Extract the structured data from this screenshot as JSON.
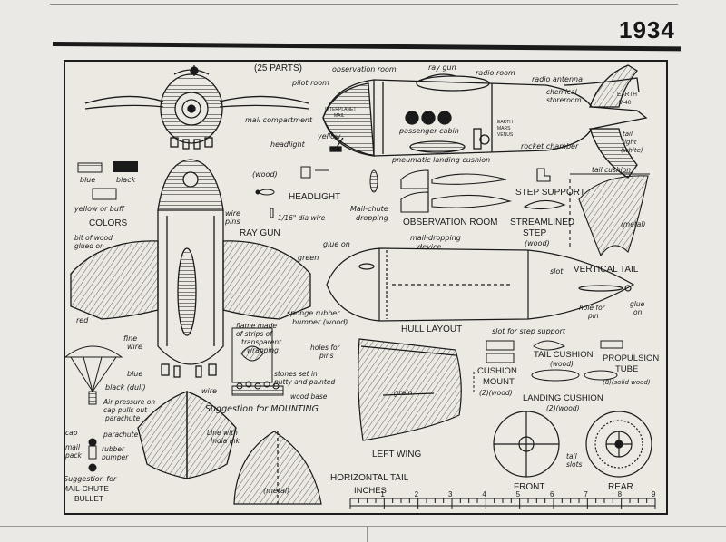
{
  "header": {
    "year": "1934"
  },
  "plan": {
    "parts": "(25 PARTS)",
    "callouts": {
      "observation_room": "observation room",
      "ray_gun": "ray gun",
      "radio_room": "radio room",
      "radio_antenna": "radio antenna",
      "pilot_room": "pilot room",
      "chemical_storeroom_1": "chemical",
      "chemical_storeroom_2": "storeroom",
      "earth_v40_1": "EARTH",
      "earth_v40_2": "V-40",
      "mail_compartment": "mail compartment",
      "yellow": "yellow",
      "passenger_cabin": "passenger cabin",
      "rocket_chamber": "rocket chamber",
      "tail_light_1": "tail",
      "tail_light_2": "light",
      "tail_light_3": "(white)",
      "headlight": "headlight",
      "pneumatic_landing_cushion": "pneumatic landing cushion",
      "interplanetary_mail_1": "INTERPLANET",
      "interplanetary_mail_2": "MAIL",
      "earth_mars_venus_1": "EARTH",
      "earth_mars_venus_2": "MARS",
      "earth_mars_venus_3": "VENUS",
      "blue": "blue",
      "black": "black",
      "yellow_or_buff": "yellow or buff",
      "wood_headlight": "(wood)",
      "mail_chute_1": "Mail-chute",
      "mail_chute_2": "dropping",
      "wire_pins_1": "wire",
      "wire_pins_2": "pins",
      "dia_wire": "1/16\" dia wire",
      "bit_of_wood_1": "bit of wood",
      "bit_of_wood_2": "glued on",
      "glue_on": "glue on",
      "mail_dropping_1": "mail-dropping",
      "mail_dropping_2": "device",
      "green": "green",
      "sponge_1": "sponge rubber",
      "sponge_2": "bumper (wood)",
      "red": "red",
      "slot": "slot",
      "hole_for_pin_1": "hole for",
      "hole_for_pin_2": "pin",
      "glue_on_2": "glue",
      "glue_on_3": "on",
      "tail_cushion_top": "tail cushion",
      "metal": "(metal)",
      "fine_wire_1": "fine",
      "fine_wire_2": "wire",
      "flame_1": "flame made",
      "flame_2": "of strips of",
      "flame_3": "transparent",
      "flame_4": "wrapping",
      "holes_for_pins_1": "holes for",
      "holes_for_pins_2": "pins",
      "slot_for_step_support": "slot for step support",
      "blue_2": "blue",
      "black_dull": "black (dull)",
      "air_pressure_1": "Air pressure on",
      "air_pressure_2": "cap pulls out",
      "air_pressure_3": "parachute",
      "wire": "wire",
      "stones_1": "stones set in",
      "stones_2": "putty and painted",
      "wood_base": "wood base",
      "grain": "grain",
      "cap": "cap",
      "parachute": "parachute",
      "mail_pack_1": "mail",
      "mail_pack_2": "pack",
      "rubber_bumper_1": "rubber",
      "rubber_bumper_2": "bumper",
      "india_ink_1": "Line with",
      "india_ink_2": "India ink",
      "metal_2": "(metal)",
      "suggestion_1": "Suggestion for",
      "suggestion_2": "MAIL-CHUTE",
      "suggestion_3": "BULLET",
      "tail_slots_1": "tail",
      "tail_slots_2": "slots",
      "wood_step": "(wood)",
      "tail_cushion_wood": "(wood)",
      "landing_cushion_wood": "(2)(wood)",
      "cushion_mount_wood": "(2)(wood)",
      "propulsion_wood": "(8)(solid wood)"
    },
    "titles": {
      "colors": "COLORS",
      "headlight": "HEADLIGHT",
      "ray_gun": "RAY GUN",
      "observation_room": "OBSERVATION ROOM",
      "step_support": "STEP SUPPORT",
      "streamlined_step_1": "STREAMLINED",
      "streamlined_step_2": "STEP",
      "vertical_tail": "VERTICAL TAIL",
      "hull_layout": "HULL LAYOUT",
      "suggestion_mounting": "Suggestion for MOUNTING",
      "cushion_mount_1": "CUSHION",
      "cushion_mount_2": "MOUNT",
      "tail_cushion": "TAIL CUSHION",
      "propulsion_tube_1": "PROPULSION",
      "propulsion_tube_2": "TUBE",
      "landing_cushion": "LANDING CUSHION",
      "left_wing": "LEFT WING",
      "front": "FRONT",
      "rear": "REAR",
      "horizontal_tail": "HORIZONTAL TAIL",
      "inches": "INCHES"
    },
    "scale_numbers": [
      "1",
      "2",
      "3",
      "4",
      "5",
      "6",
      "7",
      "8",
      "9"
    ]
  }
}
